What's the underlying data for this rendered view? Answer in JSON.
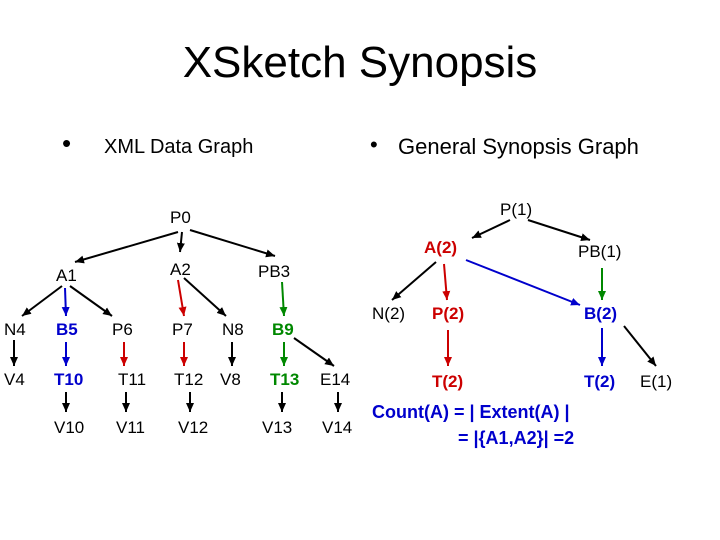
{
  "title": "XSketch Synopsis",
  "left_heading": "XML Data Graph",
  "right_heading": "General Synopsis Graph",
  "bullet": "•",
  "data_graph": {
    "root": "P0",
    "a1": "A1",
    "a2": "A2",
    "pb3": "PB3",
    "n4": "N4",
    "b5": "B5",
    "p6": "P6",
    "p7": "P7",
    "n8": "N8",
    "b9": "B9",
    "v4": "V4",
    "t10": "T10",
    "t11": "T11",
    "t12": "T12",
    "v8": "V8",
    "t13": "T13",
    "e14": "E14",
    "v10": "V10",
    "v11": "V11",
    "v12": "V12",
    "v13": "V13",
    "v14": "V14"
  },
  "synopsis_graph": {
    "root": "P(1)",
    "a": "A(2)",
    "pb": "PB(1)",
    "n": "N(2)",
    "p": "P(2)",
    "b": "B(2)",
    "t_left": "T(2)",
    "t_right": "T(2)",
    "e": "E(1)"
  },
  "note": {
    "line1": "Count(A) = | Extent(A) |",
    "line2": "= |{A1,A2}| =2"
  },
  "colors": {
    "blue": "#0000cc",
    "green": "#008800",
    "red": "#cc0000",
    "black": "#000000"
  }
}
